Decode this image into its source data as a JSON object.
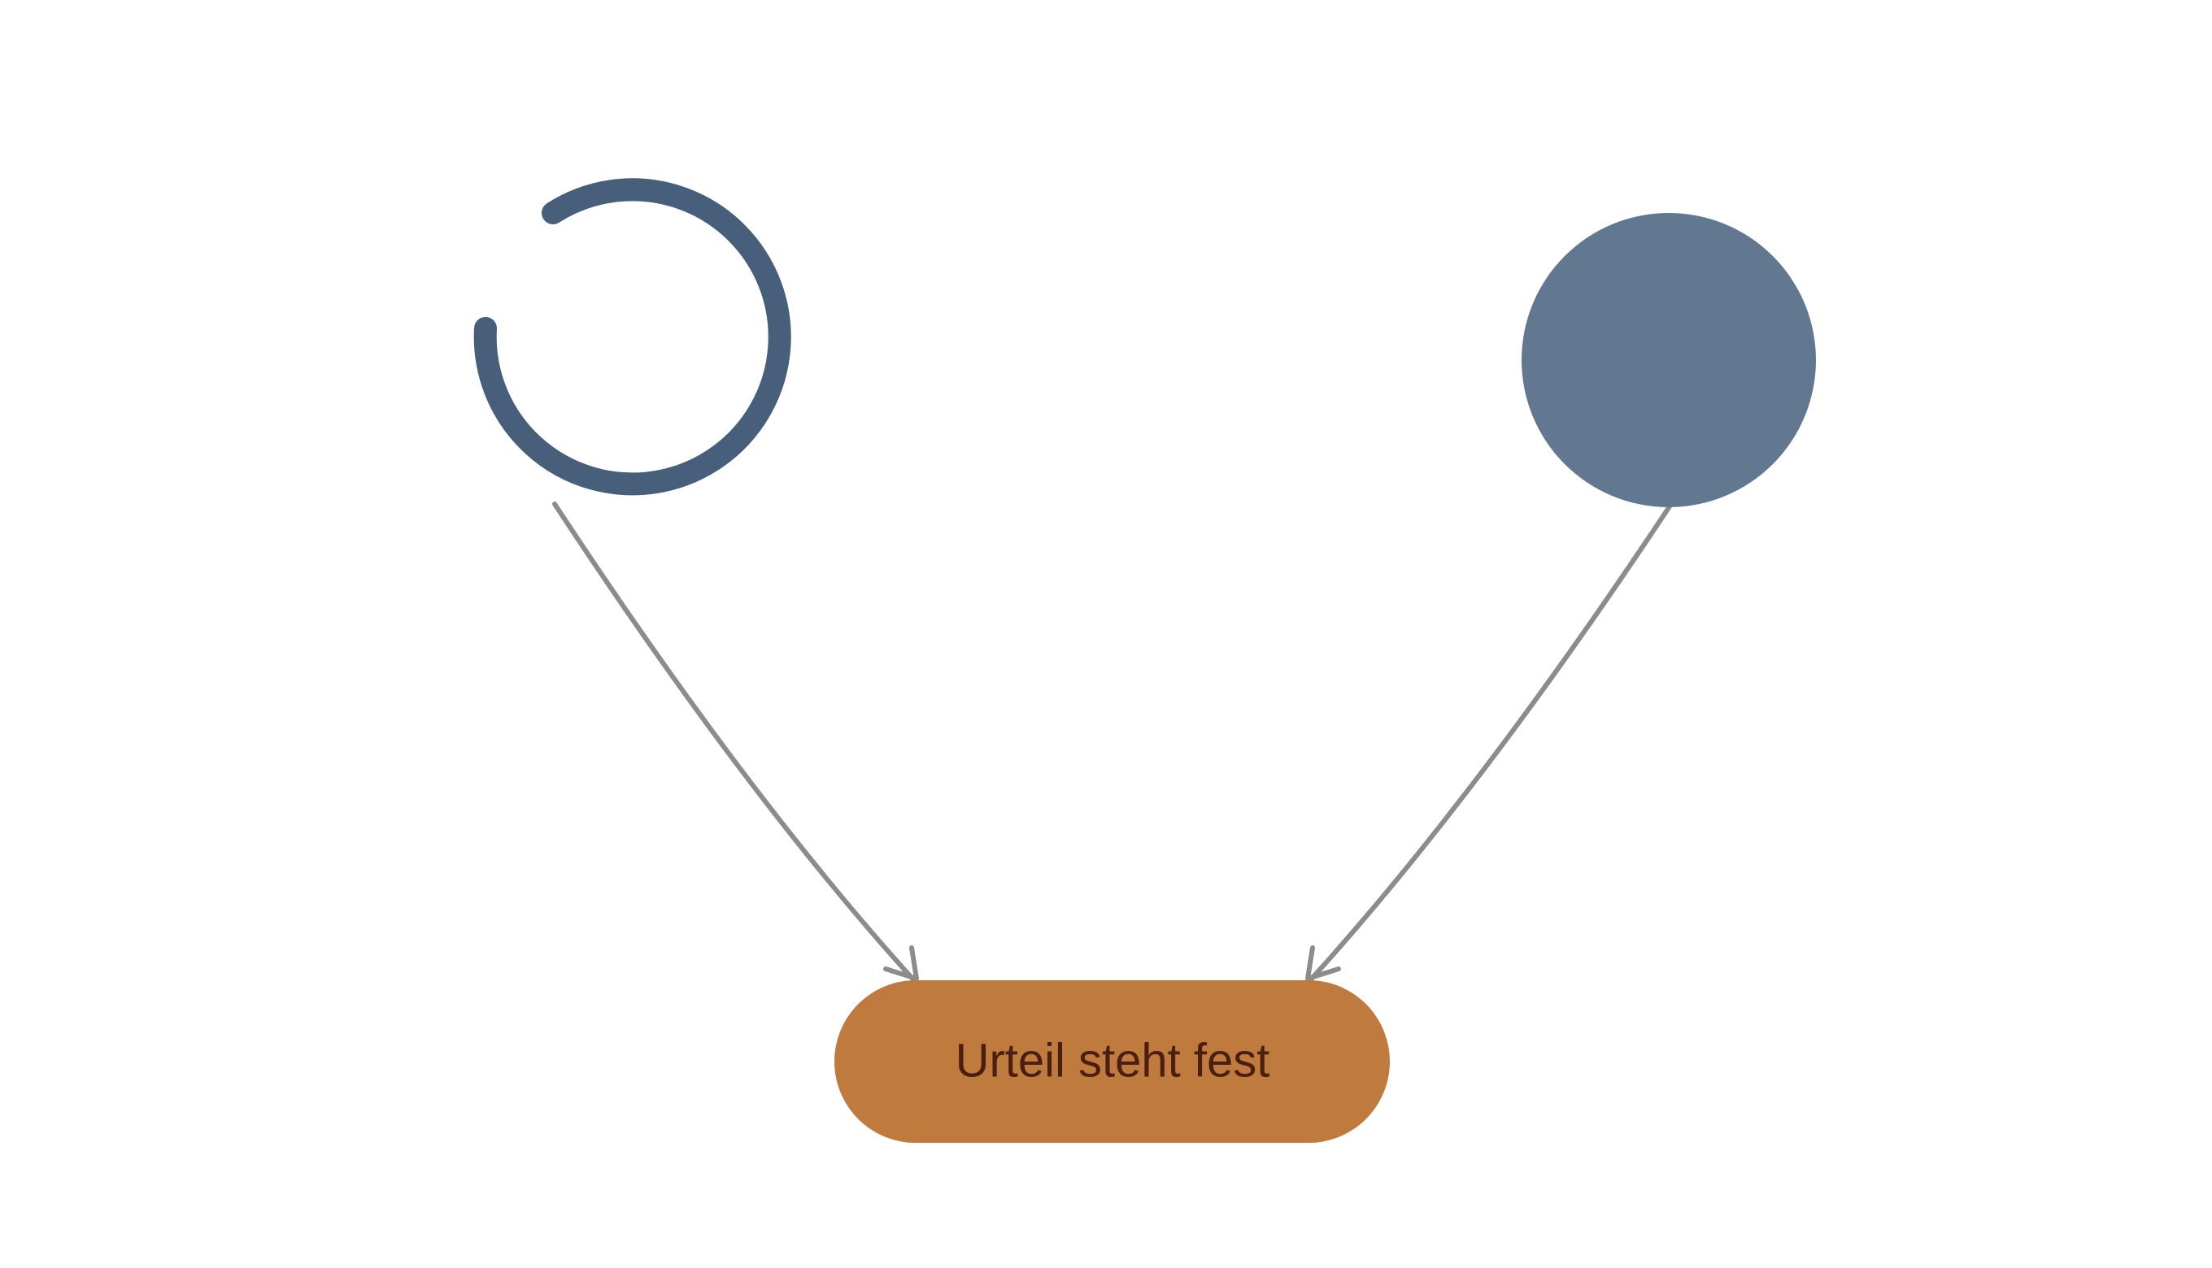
{
  "diagram": {
    "nodes": [
      {
        "id": "start-ring",
        "shape": "open-ring",
        "color": "#475F7B",
        "label": ""
      },
      {
        "id": "state-filled",
        "shape": "filled-circle",
        "color": "#627890",
        "label": ""
      },
      {
        "id": "verdict",
        "shape": "pill",
        "color": "#BF7A3D",
        "text_color": "#4A1E10",
        "label": "Urteil steht fest"
      }
    ],
    "edges": [
      {
        "from": "start-ring",
        "to": "verdict",
        "color": "#8C8C8C"
      },
      {
        "from": "state-filled",
        "to": "verdict",
        "color": "#8C8C8C"
      }
    ]
  }
}
